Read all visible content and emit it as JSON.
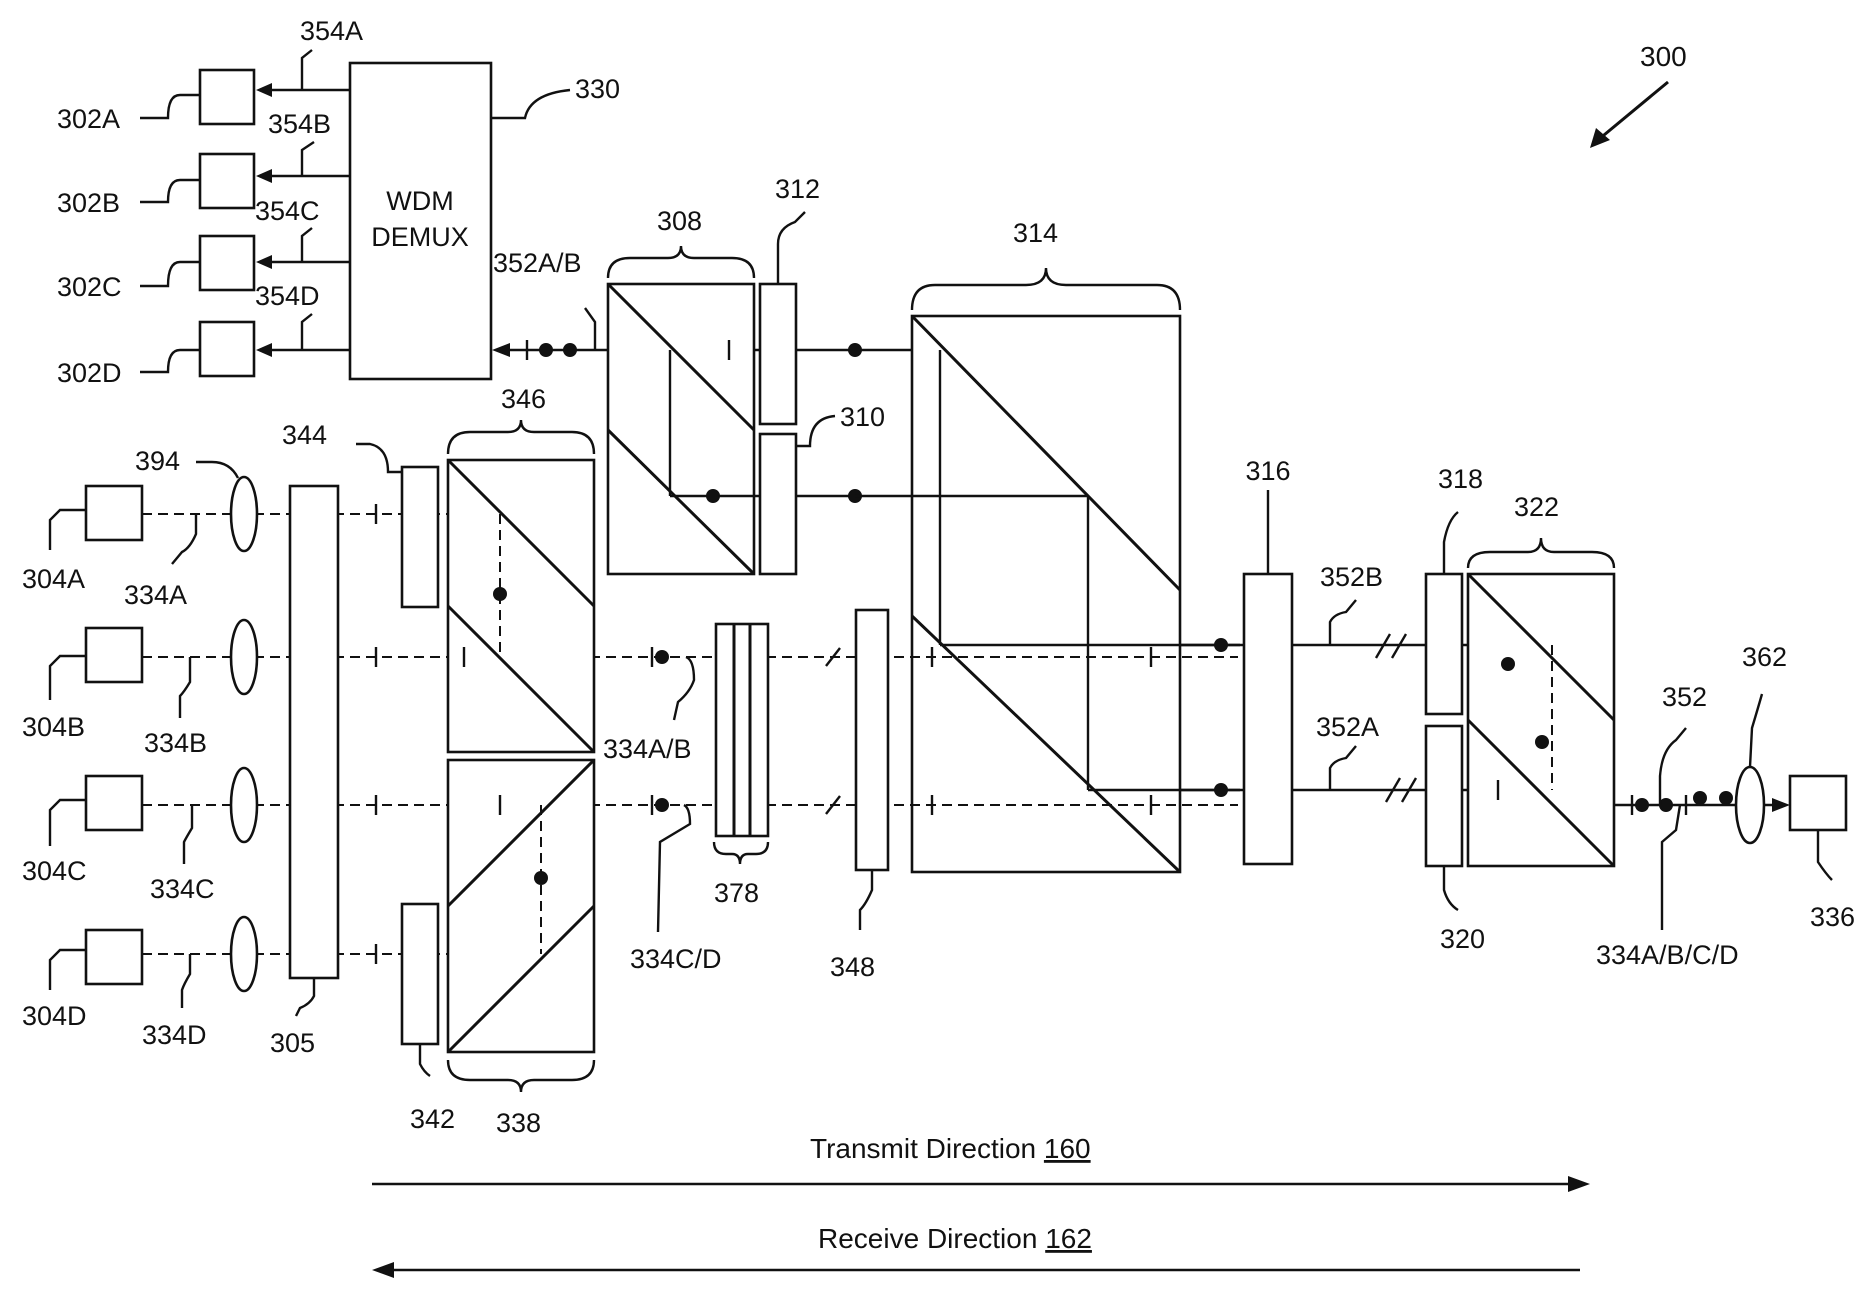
{
  "figure_number": "300",
  "wdm": {
    "line1": "WDM",
    "line2": "DEMUX",
    "ref": "330"
  },
  "receivers": [
    "302A",
    "302B",
    "302C",
    "302D"
  ],
  "demux_outputs": [
    "354A",
    "354B",
    "354C",
    "354D"
  ],
  "transmitters": [
    "304A",
    "304B",
    "304C",
    "304D"
  ],
  "tx_beams": [
    "334A",
    "334B",
    "334C",
    "334D"
  ],
  "components": {
    "c305": "305",
    "c308": "308",
    "c310": "310",
    "c312": "312",
    "c314": "314",
    "c316": "316",
    "c318": "318",
    "c320": "320",
    "c322": "322",
    "c336": "336",
    "c338": "338",
    "c342": "342",
    "c344": "344",
    "c346": "346",
    "c348": "348",
    "c352": "352",
    "c352A": "352A",
    "c352B": "352B",
    "c352AB": "352A/B",
    "c362": "362",
    "c378": "378",
    "c394": "394",
    "b334AB": "334A/B",
    "b334CD": "334C/D",
    "b334ABCD": "334A/B/C/D"
  },
  "directions": {
    "transmit": {
      "text": "Transmit Direction ",
      "number": "160"
    },
    "receive": {
      "text": "Receive Direction ",
      "number": "162"
    }
  }
}
